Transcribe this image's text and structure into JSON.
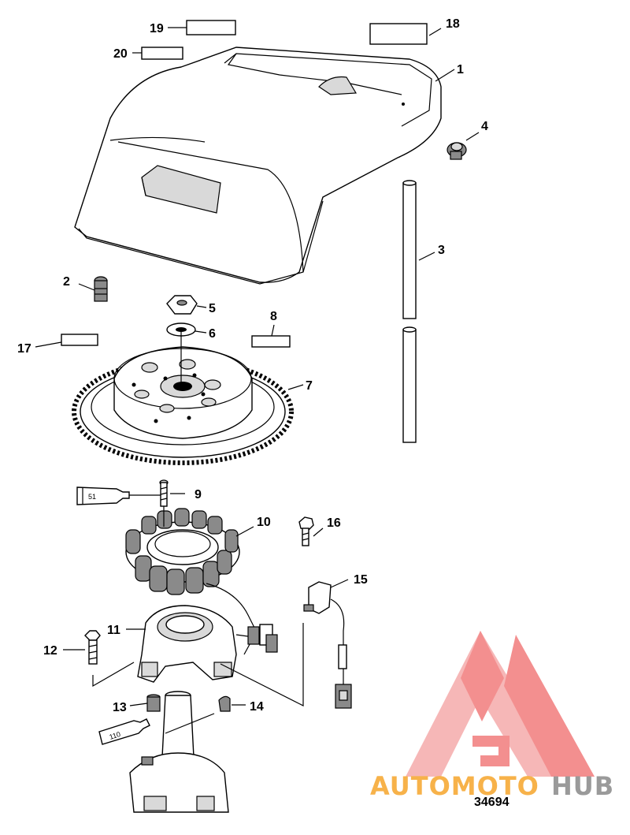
{
  "callouts": [
    {
      "n": "1"
    },
    {
      "n": "2"
    },
    {
      "n": "3"
    },
    {
      "n": "4"
    },
    {
      "n": "5"
    },
    {
      "n": "6"
    },
    {
      "n": "7"
    },
    {
      "n": "8"
    },
    {
      "n": "9"
    },
    {
      "n": "10"
    },
    {
      "n": "11"
    },
    {
      "n": "12"
    },
    {
      "n": "13"
    },
    {
      "n": "14"
    },
    {
      "n": "15"
    },
    {
      "n": "16"
    },
    {
      "n": "17"
    },
    {
      "n": "18"
    },
    {
      "n": "19"
    },
    {
      "n": "20"
    }
  ],
  "tubes": {
    "tube_a": "51",
    "tube_b": "110"
  },
  "figure_number": "34694",
  "watermark": {
    "part1": "AUTOMOTO",
    "part2": "HUB"
  },
  "colors": {
    "watermark_red": "#f06a6a",
    "watermark_orange": "#f7b24a",
    "watermark_gray": "#9a9a9a",
    "line": "#000000",
    "shade": "#d9d9d9"
  }
}
